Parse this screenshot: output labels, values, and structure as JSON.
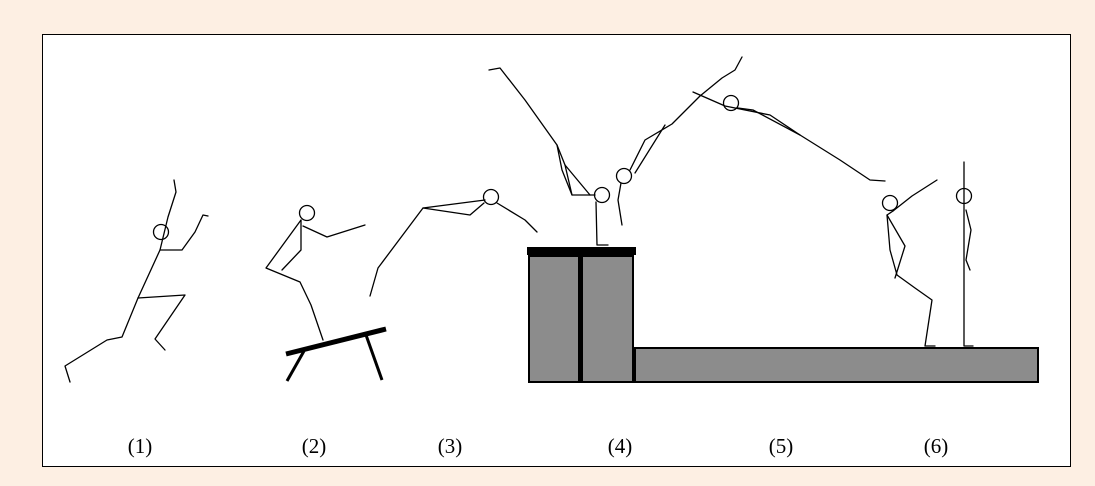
{
  "labels": [
    "(1)",
    "(2)",
    "(3)",
    "(4)",
    "(5)",
    "(6)"
  ],
  "colors": {
    "page_background": "#fdefe3",
    "panel_background": "#ffffff",
    "apparatus_fill": "#8c8c8c",
    "stroke": "#000000"
  }
}
